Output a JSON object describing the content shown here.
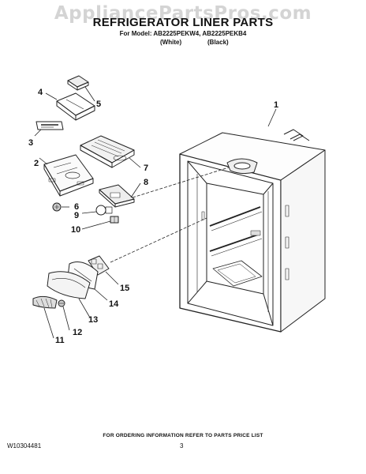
{
  "watermark": "AppliancePartsPros.com",
  "header": {
    "title": "REFRIGERATOR LINER PARTS",
    "model_line": "For Model: AB2225PEKW4, AB2225PEKB4",
    "variant_white": "(White)",
    "variant_black": "(Black)"
  },
  "callouts": [
    "1",
    "2",
    "3",
    "4",
    "5",
    "6",
    "7",
    "8",
    "9",
    "10",
    "11",
    "12",
    "13",
    "14",
    "15"
  ],
  "footer": {
    "ordering_note": "FOR ORDERING INFORMATION REFER TO PARTS PRICE LIST",
    "doc_number": "W10304481",
    "page_number": "3"
  }
}
